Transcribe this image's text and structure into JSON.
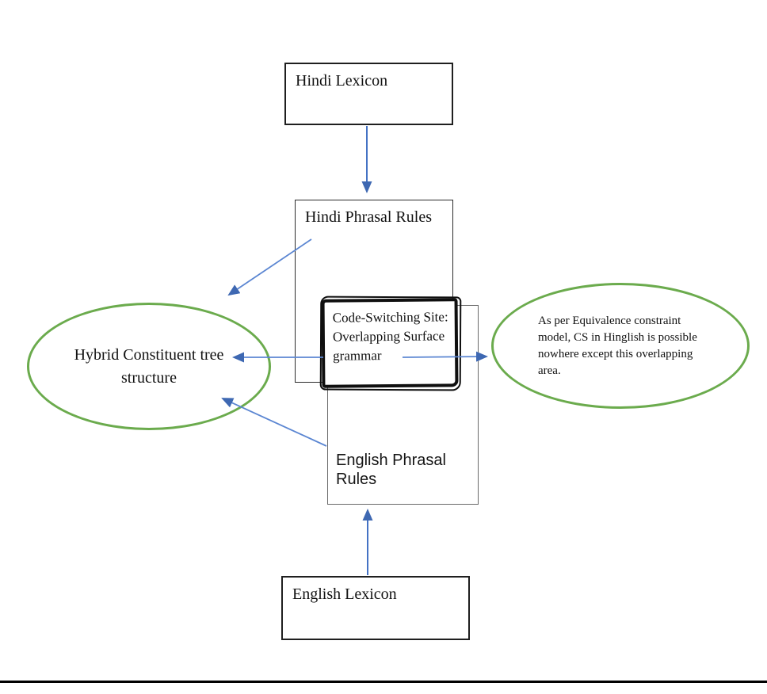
{
  "diagram": {
    "nodes": {
      "hindi_lexicon": {
        "label": "Hindi Lexicon"
      },
      "hindi_phrasal_rules": {
        "label": "Hindi Phrasal Rules"
      },
      "code_switching_site": {
        "label": "Code-Switching Site: Overlapping Surface grammar"
      },
      "english_phrasal_rules": {
        "label": "English Phrasal Rules"
      },
      "english_lexicon": {
        "label": "English Lexicon"
      },
      "hybrid_tree": {
        "label": "Hybrid Constituent tree structure"
      },
      "equivalence_note": {
        "label": "As per Equivalence constraint model, CS in Hinglish is possible nowhere except this overlapping area."
      }
    },
    "edges": [
      {
        "from": "hindi_lexicon",
        "to": "hindi_phrasal_rules"
      },
      {
        "from": "hindi_phrasal_rules",
        "to": "hybrid_tree"
      },
      {
        "from": "code_switching_site",
        "to": "hybrid_tree"
      },
      {
        "from": "code_switching_site",
        "to": "equivalence_note"
      },
      {
        "from": "english_phrasal_rules",
        "to": "hybrid_tree"
      },
      {
        "from": "english_lexicon",
        "to": "english_phrasal_rules"
      }
    ],
    "colors": {
      "arrow_line": "#5B86D2",
      "arrow_head": "#3E68B2",
      "ellipse_stroke": "#6BAB4D",
      "box_border": "#1F1F1F",
      "sketch_border": "#0F0F0F",
      "page_rule": "#000000"
    }
  }
}
